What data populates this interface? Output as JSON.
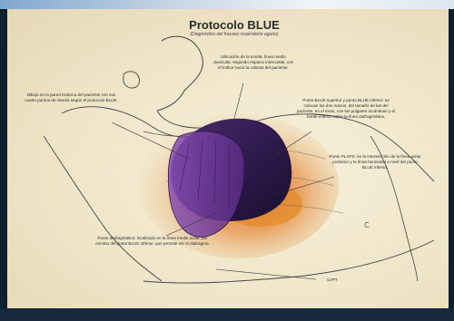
{
  "poster": {
    "title": "Protocolo BLUE",
    "subtitle": "(Diagnóstico del fracaso respiratorio agudo)",
    "notes": {
      "top_left": "Dibujo en la pared torácica del paciente con sus cuatro puntos de interés según el protocolo BLUE.",
      "top_center": "Ubicación de la sonda: línea medio clavicular, segundo espacio intercostal, con el índice hacia la cabeza del paciente.",
      "right_upper": "Punto BLUE superior y punto BLUE inferior: se colocan las dos manos, del tamaño de las del paciente, en el tórax, con los pulgares tocándose y el borde inferior sobre la línea diafragmática.",
      "right_lower": "Punto PLAPS: en la intersección de la línea axilar posterior y la línea horizontal a nivel del punto BLUE inferior.",
      "bottom_center": "Punto diafragmático: localizado en la línea medio axilar, por encima del punto BLUE inferior, que permite ver el diafragma.",
      "bottom_right": "LVPT"
    }
  }
}
